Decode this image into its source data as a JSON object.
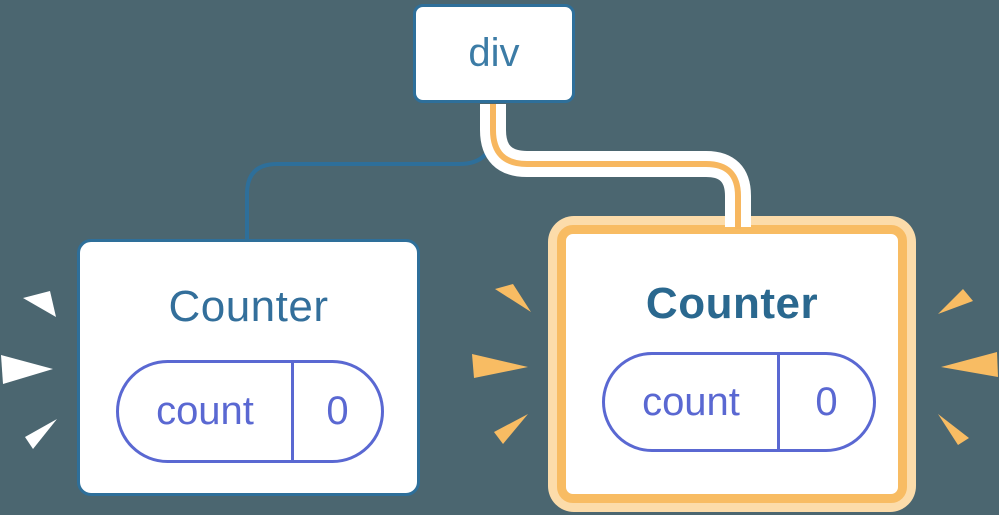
{
  "diagram": {
    "root": {
      "label": "div"
    },
    "children": [
      {
        "label": "Counter",
        "state_key": "count",
        "state_value": "0",
        "highlighted": false
      },
      {
        "label": "Counter",
        "state_key": "count",
        "state_value": "0",
        "highlighted": true
      }
    ]
  },
  "colors": {
    "background": "#4b6670",
    "node_background": "#ffffff",
    "node_border_blue": "#2e6f9a",
    "root_label_blue": "#3c7ca6",
    "counter_label_blue": "#336f9b",
    "counter_label_blue_bold": "#2a688f",
    "state_purple": "#5a68d2",
    "connector_orange": "#f7b75f",
    "highlight_orange": "#f8bc63",
    "highlight_orange_light": "#fcdcaa",
    "spark_white": "#ffffff"
  }
}
